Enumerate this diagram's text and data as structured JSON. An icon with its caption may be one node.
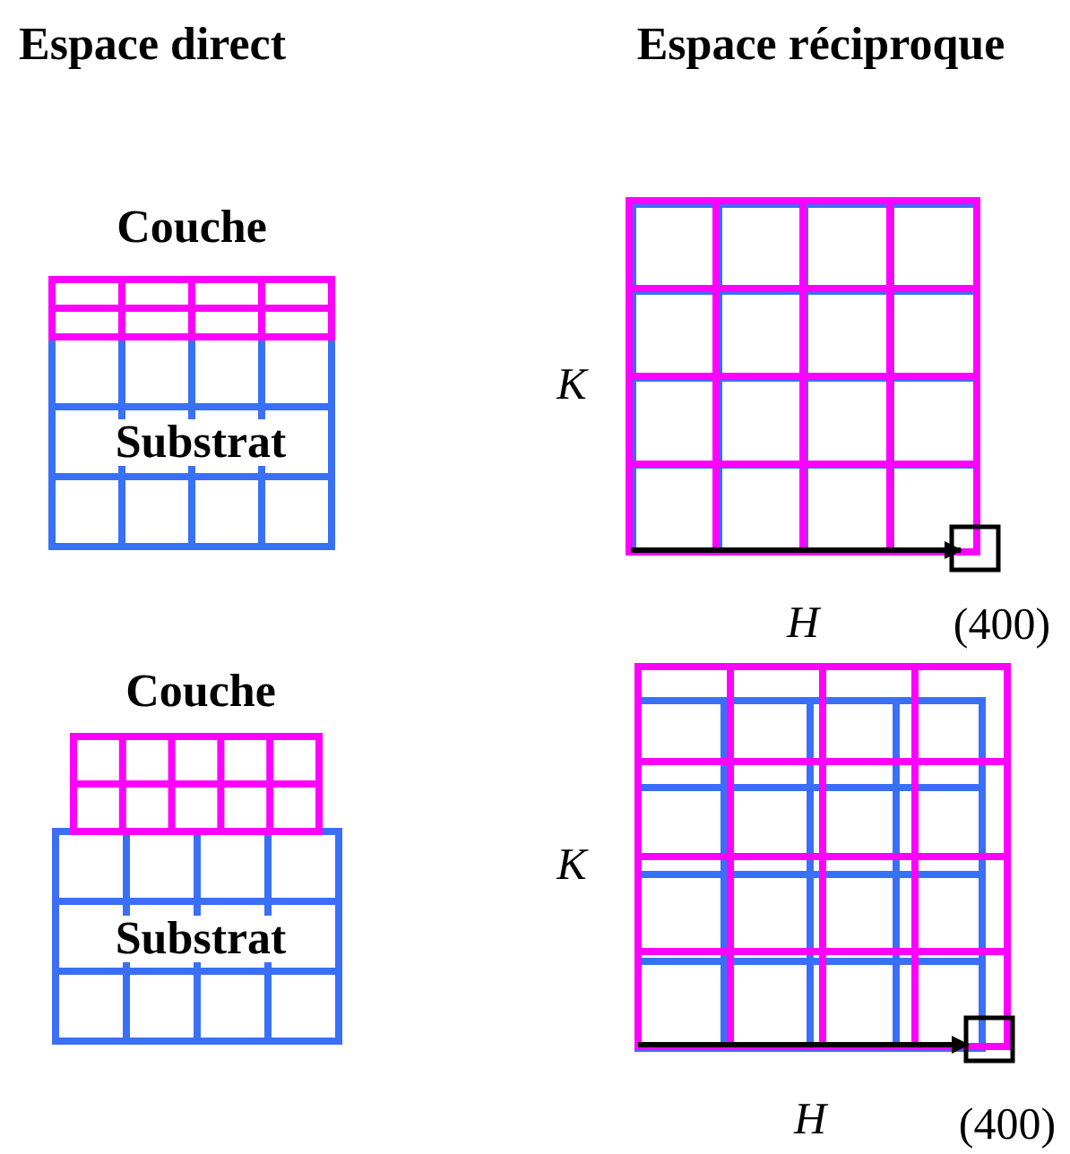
{
  "diagram": {
    "labels": [
      "Espace direct",
      "Espace réciproque",
      "Couche",
      "K",
      "Substrat",
      "H",
      "(400)",
      "Couche",
      "K",
      "Substrat",
      "H",
      "(400)"
    ]
  }
}
